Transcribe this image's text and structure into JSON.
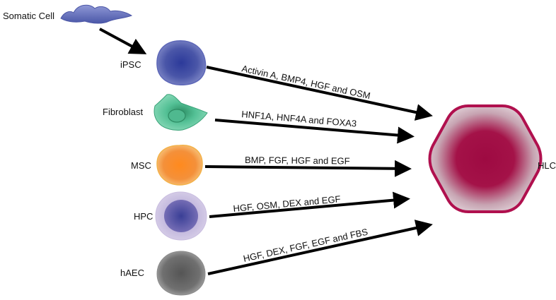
{
  "source_cell": {
    "label": "Somatic Cell",
    "color": "#5b67b4"
  },
  "cells": [
    {
      "key": "ipsc",
      "label": "iPSC",
      "color": "#3f4a9e",
      "factors": "Activin A, BMP4, HGF and OSM"
    },
    {
      "key": "fibroblast",
      "label": "Fibroblast",
      "color": "#3fae7f",
      "factors": "HNF1A, HNF4A and FOXA3"
    },
    {
      "key": "msc",
      "label": "MSC",
      "color": "#f08a2c",
      "factors": "BMP, FGF, HGF and EGF"
    },
    {
      "key": "hpc",
      "label": "HPC",
      "color": "#6b62ad",
      "factors": "HGF, OSM, DEX and EGF"
    },
    {
      "key": "haec",
      "label": "hAEC",
      "color": "#7a7a7a",
      "factors": "HGF, DEX, FGF, EGF and FBS"
    }
  ],
  "target_cell": {
    "label": "HLC",
    "color": "#b0104e"
  },
  "arrow_color": "#000000"
}
